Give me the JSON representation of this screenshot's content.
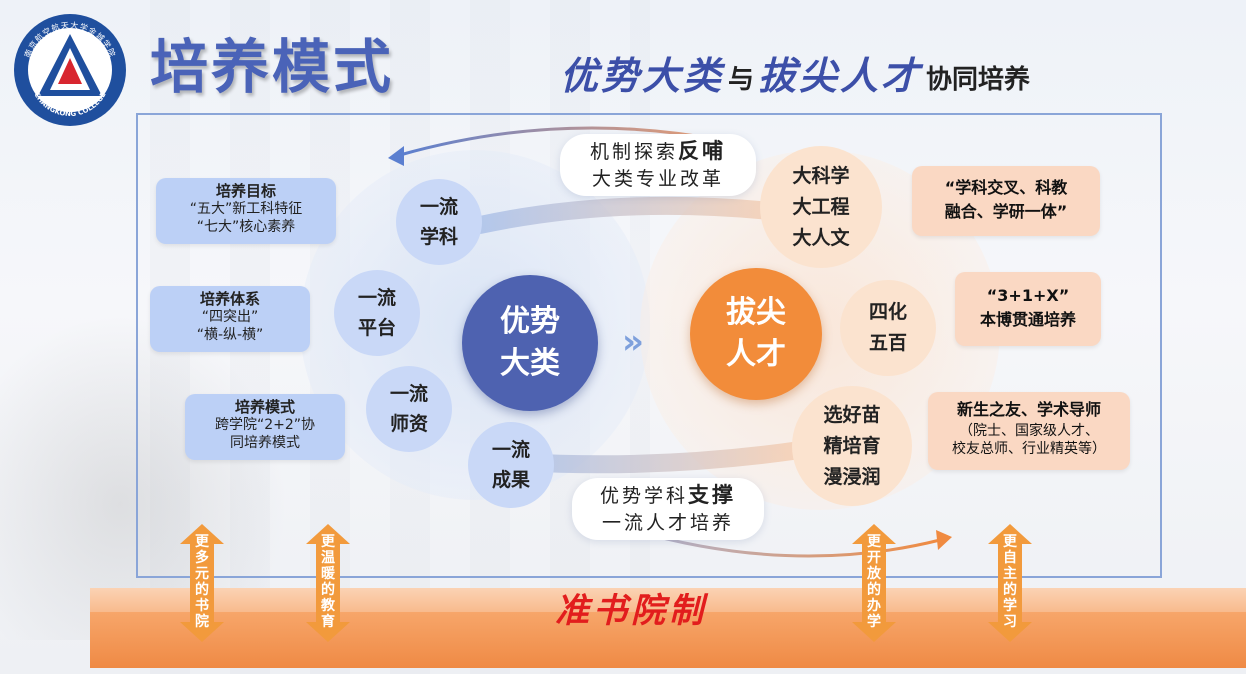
{
  "header": {
    "logo_text_top": "南京航空航天大学金城学院",
    "logo_text_bottom": "CHANGKONG COLLEGE",
    "title": "培养模式",
    "subtitle_part1": "优势大类",
    "subtitle_connector1": "与",
    "subtitle_part2": "拔尖人才",
    "subtitle_connector2": "协同培养"
  },
  "left_boxes": [
    {
      "heading": "培养目标",
      "lines": [
        "“五大”新工科特征",
        "“七大”核心素养"
      ]
    },
    {
      "heading": "培养体系",
      "lines": [
        "“四突出”",
        "“横-纵-横”"
      ]
    },
    {
      "heading": "培养模式",
      "lines": [
        "跨学院“2+2”协",
        "同培养模式"
      ]
    }
  ],
  "left_circles": [
    {
      "line1": "一流",
      "line2": "学科"
    },
    {
      "line1": "一流",
      "line2": "平台"
    },
    {
      "line1": "一流",
      "line2": "师资"
    },
    {
      "line1": "一流",
      "line2": "成果"
    }
  ],
  "core_left": {
    "line1": "优势",
    "line2": "大类"
  },
  "core_right": {
    "line1": "拔尖",
    "line2": "人才"
  },
  "right_circles": [
    {
      "lines": [
        "大科学",
        "大工程",
        "大人文"
      ]
    },
    {
      "lines": [
        "四化",
        "五百"
      ]
    },
    {
      "lines": [
        "选好苗",
        "精培育",
        "漫浸润"
      ]
    }
  ],
  "right_boxes": [
    {
      "lines": [
        "“学科交叉、科教",
        "融合、学研一体”"
      ]
    },
    {
      "lines": [
        "“3+1+X”",
        "本博贯通培养"
      ]
    },
    {
      "heading": "新生之友、学术导师",
      "lines": [
        "（院士、国家级人才、",
        "校友总师、行业精英等）"
      ]
    }
  ],
  "top_pill": {
    "line1_prefix": "机制探索",
    "line1_bold": "反哺",
    "line2": "大类专业改革"
  },
  "bottom_pill": {
    "line1_prefix": "优势学科",
    "line1_bold": "支撑",
    "line2": "一流人才培养"
  },
  "pillars": [
    {
      "text": "更多元的书院"
    },
    {
      "text": "更温暖的教育"
    },
    {
      "text": "更开放的办学"
    },
    {
      "text": "更自主的学习"
    }
  ],
  "base_label": "准书院制",
  "colors": {
    "title_blue": "#4a63b8",
    "core_blue": "#4e62b0",
    "core_orange": "#f28c3a",
    "left_box": "#bcd0f6",
    "right_box": "#fad8c3",
    "pillar_orange": "#f29a3c",
    "base_label_red": "#e21d1d"
  }
}
